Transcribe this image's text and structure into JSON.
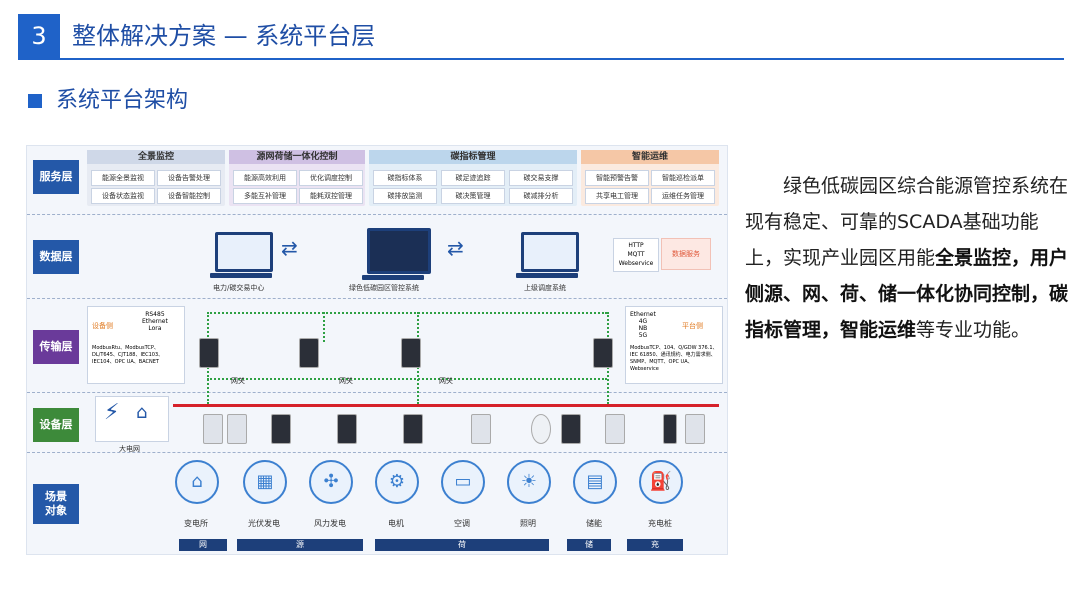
{
  "header": {
    "number": "3",
    "title": "整体解决方案 — 系统平台层"
  },
  "section": {
    "title": "系统平台架构"
  },
  "diagram": {
    "layers": [
      "服务层",
      "数据层",
      "传输层",
      "设备层",
      "场景\n对象"
    ],
    "service_groups": [
      {
        "title": "全景监控",
        "items": [
          "能源全景监视",
          "设备告警处理",
          "设备状态监视",
          "设备智能控制"
        ]
      },
      {
        "title": "源网荷储一体化控制",
        "items": [
          "能源高效利用",
          "优化调度控制",
          "多能互补管理",
          "能耗双控管理"
        ]
      },
      {
        "title": "碳指标管理",
        "items": [
          "碳指标体系",
          "碳足迹追踪",
          "碳交易支撑",
          "碳排放监测",
          "碳决策管理",
          "碳减排分析"
        ]
      },
      {
        "title": "智能运维",
        "items": [
          "智能预警告警",
          "智能巡检派单",
          "共享电工管理",
          "运维任务管理"
        ]
      }
    ],
    "data_layer": {
      "left_label": "电力/碳交易中心",
      "center_label": "绿色低碳园区管控系统",
      "right_label": "上级调度系统",
      "protocols": [
        "HTTP",
        "MQTT",
        "Webservice"
      ],
      "data_service": "数据服务"
    },
    "transport": {
      "left_tag": "设备侧",
      "left_protocols_top": [
        "RS485",
        "Ethernet",
        "Lora"
      ],
      "left_protocols_bottom": "ModbusRtu、ModbusTCP、DL/T645、CJT188、IEC103、IEC104、OPC UA、BACNET",
      "right_tag": "平台侧",
      "right_protocols_top": [
        "Ethernet",
        "4G",
        "NB",
        "5G"
      ],
      "right_protocols_bottom": "ModbusTCP、104、Q/GDW 376.1、IEC 61850、通讯规约、电力需求侧、SNMP、MQTT、OPC UA、Webservice",
      "gateway": "网关"
    },
    "device": {
      "grid_label": "大电网"
    },
    "scenes": [
      "变电所",
      "光伏发电",
      "风力发电",
      "电机",
      "空调",
      "照明",
      "储能",
      "充电桩"
    ],
    "categories": [
      "网",
      "源",
      "荷",
      "储",
      "充"
    ]
  },
  "paragraph": {
    "p1": "绿色低碳园区综合能源管控系统在现有稳定、可靠的SCADA基础功能上，实现产业园区用能",
    "b1": "全景监控，用户侧源、网、荷、储一体化协同控制，碳指标管理，智能运维",
    "p2": "等专业功能。"
  }
}
